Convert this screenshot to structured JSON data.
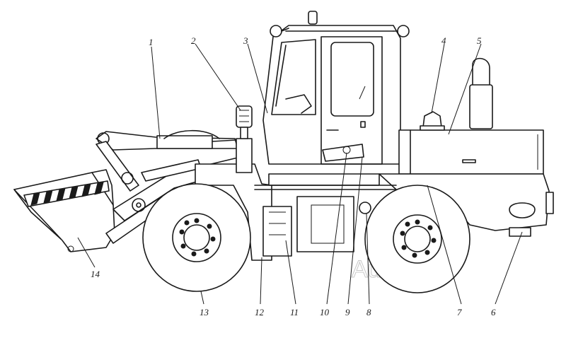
{
  "callouts": [
    {
      "id": "1",
      "label": "1"
    },
    {
      "id": "2",
      "label": "2"
    },
    {
      "id": "3",
      "label": "3"
    },
    {
      "id": "4",
      "label": "4"
    },
    {
      "id": "5",
      "label": "5"
    },
    {
      "id": "6",
      "label": "6"
    },
    {
      "id": "7",
      "label": "7"
    },
    {
      "id": "8",
      "label": "8"
    },
    {
      "id": "9",
      "label": "9"
    },
    {
      "id": "10",
      "label": "10"
    },
    {
      "id": "11",
      "label": "11"
    },
    {
      "id": "12",
      "label": "12"
    },
    {
      "id": "13",
      "label": "13"
    },
    {
      "id": "14",
      "label": "14"
    }
  ],
  "watermark": "AutoSoft"
}
